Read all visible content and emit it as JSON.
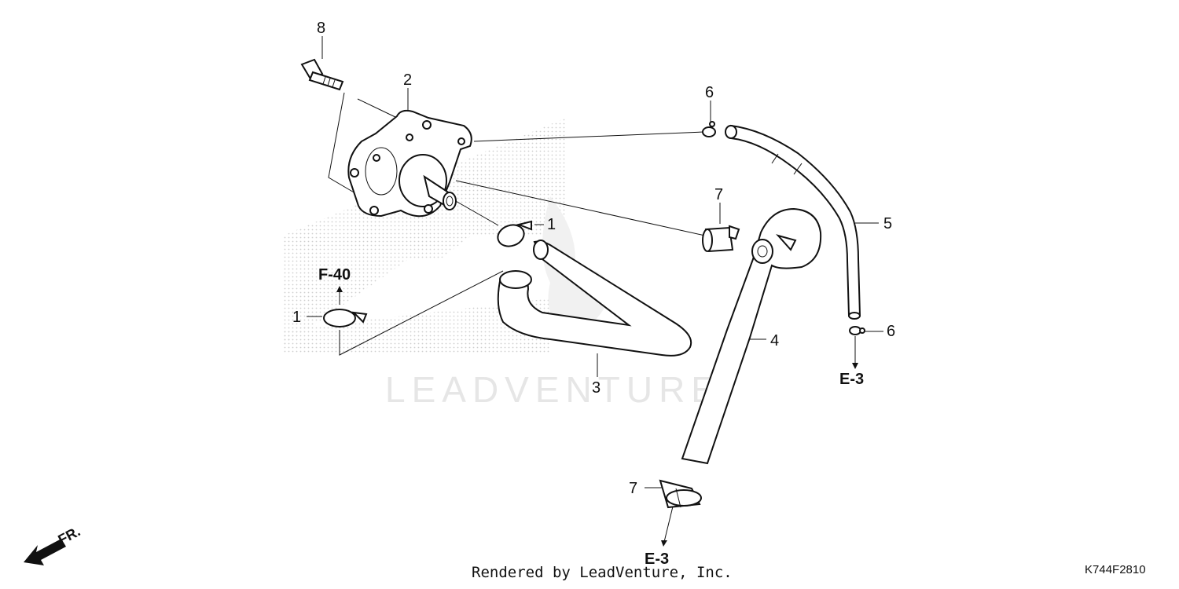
{
  "watermark": {
    "brand": "LEADVENTURE"
  },
  "callouts": {
    "bolt": "8",
    "pump": "2",
    "clamp_top": "6",
    "clamp_bottom": "6",
    "band_upper": "7",
    "band_lower": "7",
    "hose_small": "5",
    "clip_pump": "1",
    "clip_left": "1",
    "hose_upper": "3",
    "hose_lower": "4"
  },
  "references": {
    "f40": "F-40",
    "e3_right": "E-3",
    "e3_bottom": "E-3"
  },
  "direction": {
    "label": "FR."
  },
  "footer": {
    "credit": "Rendered by LeadVenture, Inc.",
    "diagram_code": "K744F2810"
  }
}
